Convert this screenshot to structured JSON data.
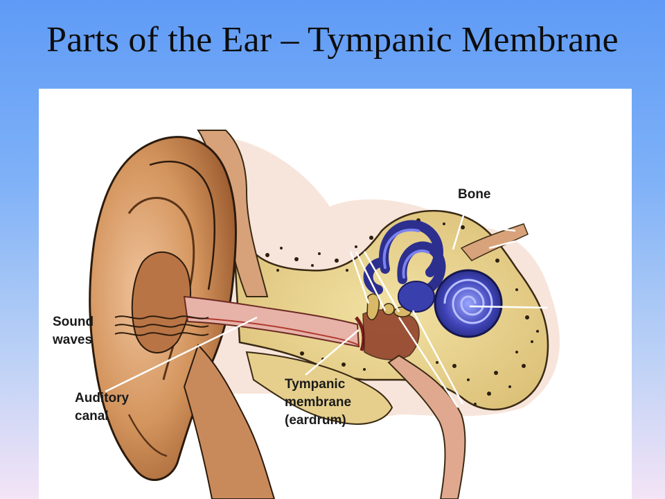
{
  "slide": {
    "title": "Parts of the Ear – Tympanic Membrane"
  },
  "diagram": {
    "labels": {
      "bone": "Bone",
      "sound_waves_line1": "Sound",
      "sound_waves_line2": "waves",
      "auditory_canal_line1": "Auditory",
      "auditory_canal_line2": "canal",
      "tympanic_line1": "Tympanic",
      "tympanic_line2": "membrane",
      "tympanic_line3": "(eardrum)"
    },
    "colors": {
      "background_top": "#5f9bf6",
      "background_bottom": "#f4e4f6",
      "skin": "#c98a56",
      "bone": "#e9d38f",
      "inner_ear_blue": "#3b3fae",
      "canal_pink": "#e7b2a8"
    }
  }
}
